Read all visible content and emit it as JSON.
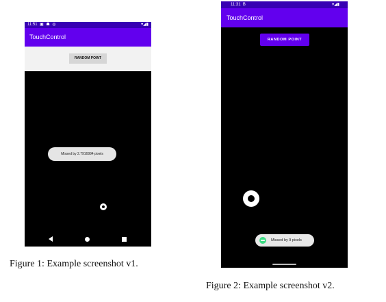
{
  "figure1": {
    "status_bar": {
      "time": "11:51",
      "left_icons": "▣ ☗ ◎",
      "right_icons": "▾◢▮"
    },
    "app_bar": {
      "title": "TouchControl"
    },
    "controls": {
      "random_point_label": "RANDOM POINT"
    },
    "toast": {
      "text": "Missed by 2.7916994 pixels"
    },
    "nav": {
      "back_icon": "nav-back-icon",
      "home_icon": "nav-home-icon",
      "recent_icon": "nav-recent-icon"
    },
    "caption": "Figure 1: Example screenshot v1."
  },
  "figure2": {
    "status_bar": {
      "time": "11:31",
      "left_icon": "B",
      "right_icons": "▾◢▮"
    },
    "app_bar": {
      "title": "TouchControl"
    },
    "controls": {
      "random_point_label": "RANDOM POINT"
    },
    "toast": {
      "text": "Missed by 9 pixels",
      "icon": "android-icon"
    },
    "caption": "Figure 2: Example screenshot v2."
  },
  "colors": {
    "status_bar": "#3700b3",
    "app_bar": "#6200ee",
    "button_v2": "#6200ee",
    "canvas": "#000000",
    "toast_bg": "#e5e5e5",
    "android_green": "#3ddc84"
  }
}
